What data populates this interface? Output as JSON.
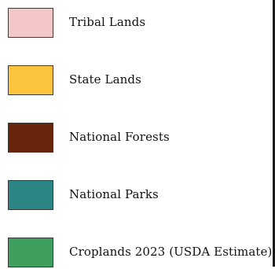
{
  "legend": {
    "items": [
      {
        "label": "Tribal Lands",
        "color": "#f4c6c8"
      },
      {
        "label": "State Lands",
        "color": "#fcc43c"
      },
      {
        "label": "National Forests",
        "color": "#6a240c"
      },
      {
        "label": "National Parks",
        "color": "#2b8585"
      },
      {
        "label": "Croplands 2023 (USDA Estimate)",
        "color": "#3e9e5e"
      }
    ]
  }
}
